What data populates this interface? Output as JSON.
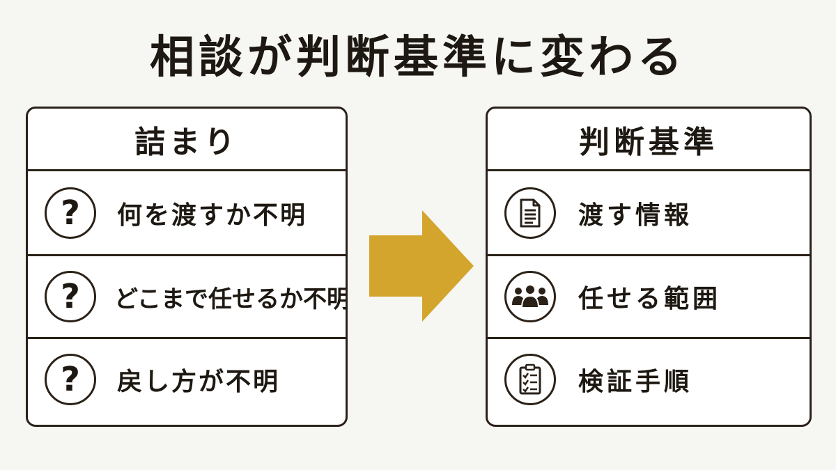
{
  "title": "相談が判断基準に変わる",
  "left_panel": {
    "header": "詰まり",
    "rows": [
      {
        "icon": "question-icon",
        "glyph": "?",
        "label": "何を渡すか不明"
      },
      {
        "icon": "question-icon",
        "glyph": "?",
        "label": "どこまで任せるか不明"
      },
      {
        "icon": "question-icon",
        "glyph": "?",
        "label": "戻し方が不明"
      }
    ]
  },
  "arrow": {
    "color": "#d4a52c"
  },
  "right_panel": {
    "header": "判断基準",
    "rows": [
      {
        "icon": "document-icon",
        "label": "渡す情報"
      },
      {
        "icon": "people-icon",
        "label": "任せる範囲"
      },
      {
        "icon": "checklist-icon",
        "label": "検証手順"
      }
    ]
  },
  "colors": {
    "ink": "#1e1812",
    "border": "#2a2118",
    "background": "#f6f6f3",
    "accent": "#d4a52c"
  }
}
